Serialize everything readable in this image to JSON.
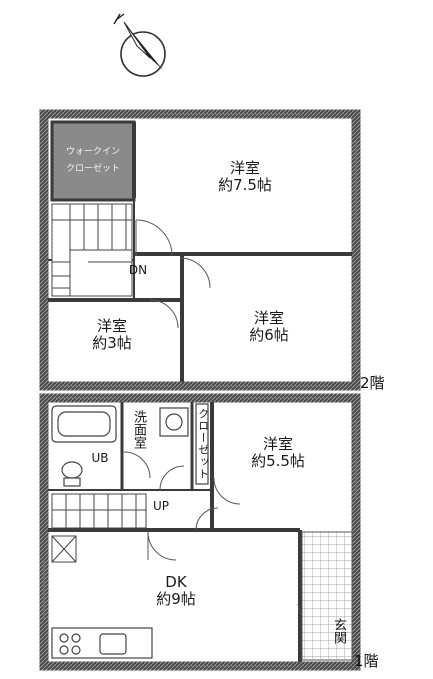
{
  "compass": {
    "label": "N"
  },
  "floor2": {
    "floor_label": "2階",
    "rooms": {
      "walk_in_closet": {
        "line1": "ウォークイン",
        "line2": "クローゼット"
      },
      "western_75": {
        "name": "洋室",
        "size": "約7.5帖"
      },
      "western_3": {
        "name": "洋室",
        "size": "約3帖"
      },
      "western_6": {
        "name": "洋室",
        "size": "約6帖"
      }
    },
    "stair_label": "DN"
  },
  "floor1": {
    "floor_label": "1階",
    "rooms": {
      "bath": {
        "name": "UB"
      },
      "washroom": {
        "name": "洗面室"
      },
      "closet": {
        "name": "クローゼット"
      },
      "western_55": {
        "name": "洋室",
        "size": "約5.5帖"
      },
      "dk": {
        "name": "DK",
        "size": "約9帖"
      },
      "entrance": {
        "name": "玄関"
      }
    },
    "stair_label": "UP"
  },
  "colors": {
    "wall": "#3a3a3a",
    "wic_fill": "#8a8a8a",
    "line": "#555555"
  }
}
